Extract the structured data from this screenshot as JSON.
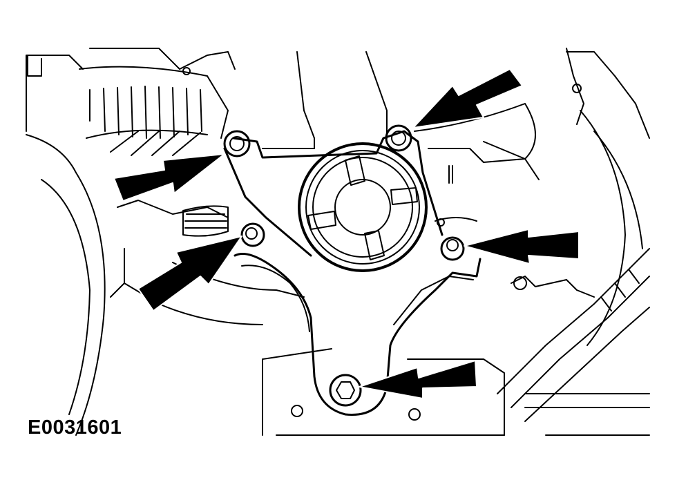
{
  "figure": {
    "id_label": "E0031601",
    "line_color": "#000000",
    "background": "#ffffff"
  },
  "callouts": [
    {
      "name": "arrow-upper-left-bolt",
      "points_to": "upper-left-bolt"
    },
    {
      "name": "arrow-upper-right-bolt",
      "points_to": "upper-right-bolt"
    },
    {
      "name": "arrow-middle-left-bolt",
      "points_to": "middle-left-bolt"
    },
    {
      "name": "arrow-right-bolt",
      "points_to": "right-bolt"
    },
    {
      "name": "arrow-bottom-bolt",
      "points_to": "bottom-bolt"
    }
  ]
}
